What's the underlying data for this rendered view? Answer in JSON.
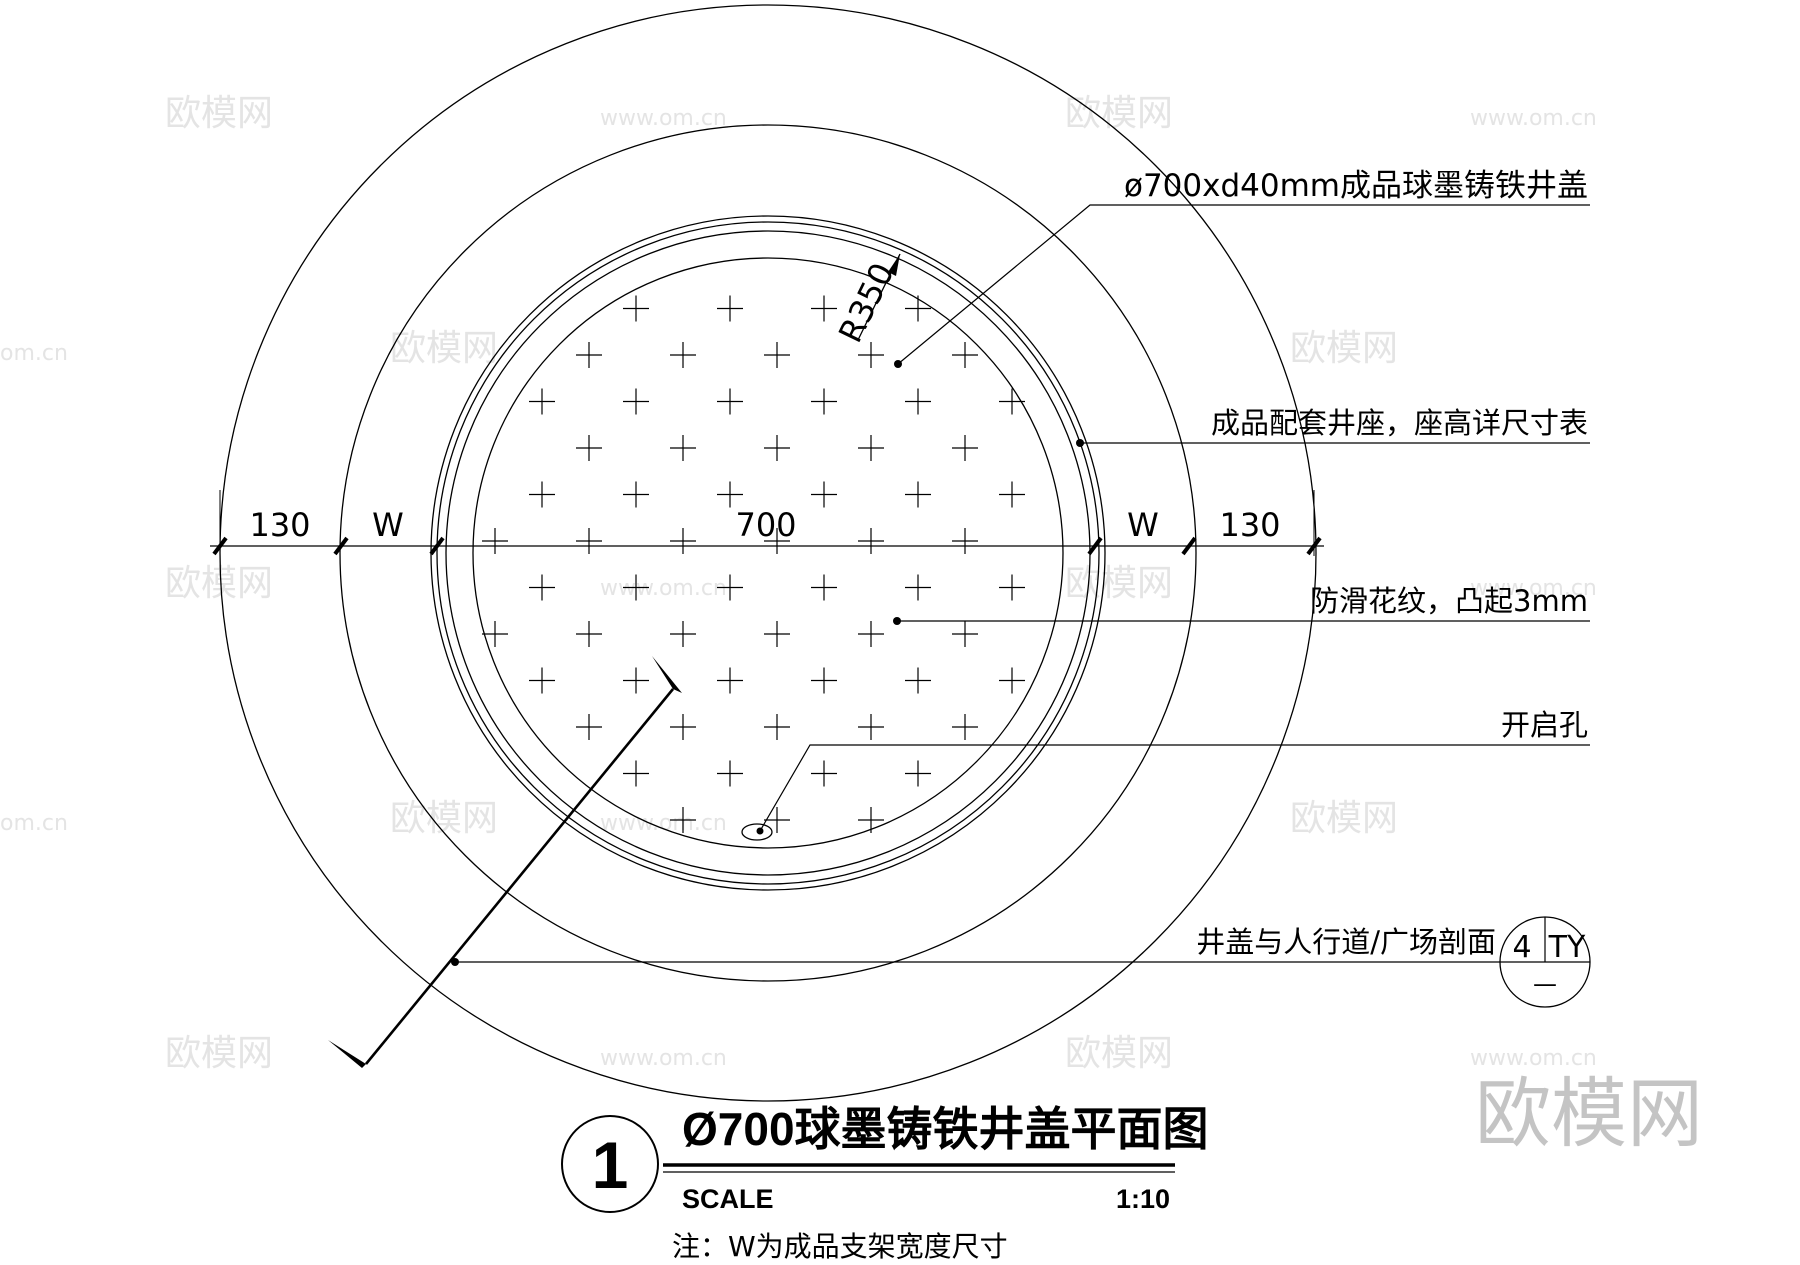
{
  "dimensions": {
    "left_outer": "130",
    "left_w": "W",
    "center": "700",
    "right_w": "W",
    "right_outer": "130",
    "radius": "R350"
  },
  "callouts": {
    "cover": "ø700xd40mm成品球墨铸铁井盖",
    "seat": "成品配套井座，座高详尺寸表",
    "pattern": "防滑花纹，凸起3mm",
    "hole": "开启孔",
    "section": "井盖与人行道/广场剖面"
  },
  "section_ref": {
    "number": "4",
    "sheet": "TY",
    "dash": "—"
  },
  "title_block": {
    "number": "1",
    "title": "Ø700球墨铸铁井盖平面图",
    "scale_label": "SCALE",
    "scale_value": "1:10",
    "note": "注：W为成品支架宽度尺寸"
  },
  "watermarks": {
    "brand": "欧模网",
    "url": "www.om.cn",
    "url_partial": "om.cn"
  }
}
